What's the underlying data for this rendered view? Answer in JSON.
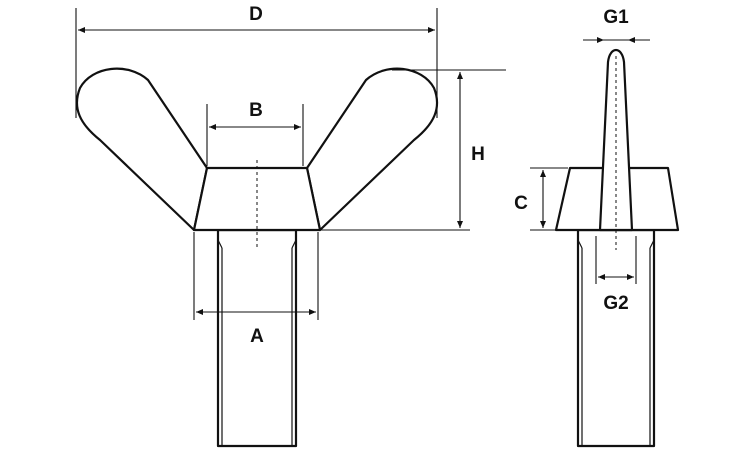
{
  "labels": {
    "D": "D",
    "B": "B",
    "H": "H",
    "C": "C",
    "A": "A",
    "G1": "G1",
    "G2": "G2"
  },
  "colors": {
    "line": "#111111",
    "fill": "#ffffff",
    "background": "#ffffff"
  }
}
